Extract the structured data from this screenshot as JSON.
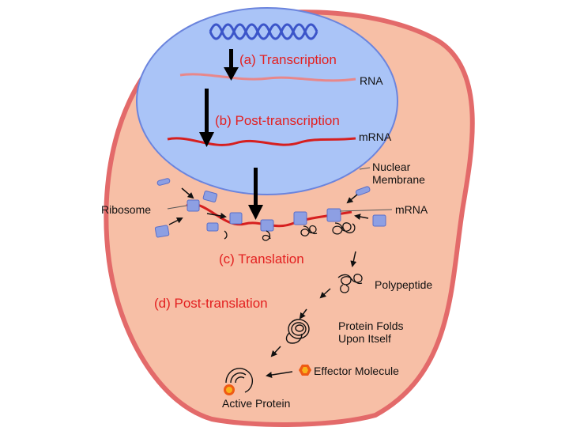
{
  "steps": {
    "transcription": "(a) Transcription",
    "post_transcription": "(b) Post-transcription",
    "translation": "(c) Translation",
    "post_translation": "(d) Post-translation"
  },
  "labels": {
    "rna": "RNA",
    "mrna_nucleus": "mRNA",
    "nuclear_membrane": "Nuclear\nMembrane",
    "ribosome": "Ribosome",
    "mrna_cytoplasm": "mRNA",
    "polypeptide": "Polypeptide",
    "protein_folds": "Protein Folds\nUpon Itself",
    "effector_molecule": "Effector Molecule",
    "active_protein": "Active Protein"
  },
  "colors": {
    "cell_fill": "#f7bfa6",
    "cell_border": "#e36a6a",
    "nucleus_fill": "#aac4f7",
    "nucleus_border": "#6b84dd",
    "dna": "#3b55c9",
    "rna": "#e8878a",
    "mrna": "#d61f1f",
    "step_text": "#e32020",
    "ribosome": "#8d9fe3",
    "effector": "#ef5a14",
    "effector_core": "#f7b21b"
  }
}
